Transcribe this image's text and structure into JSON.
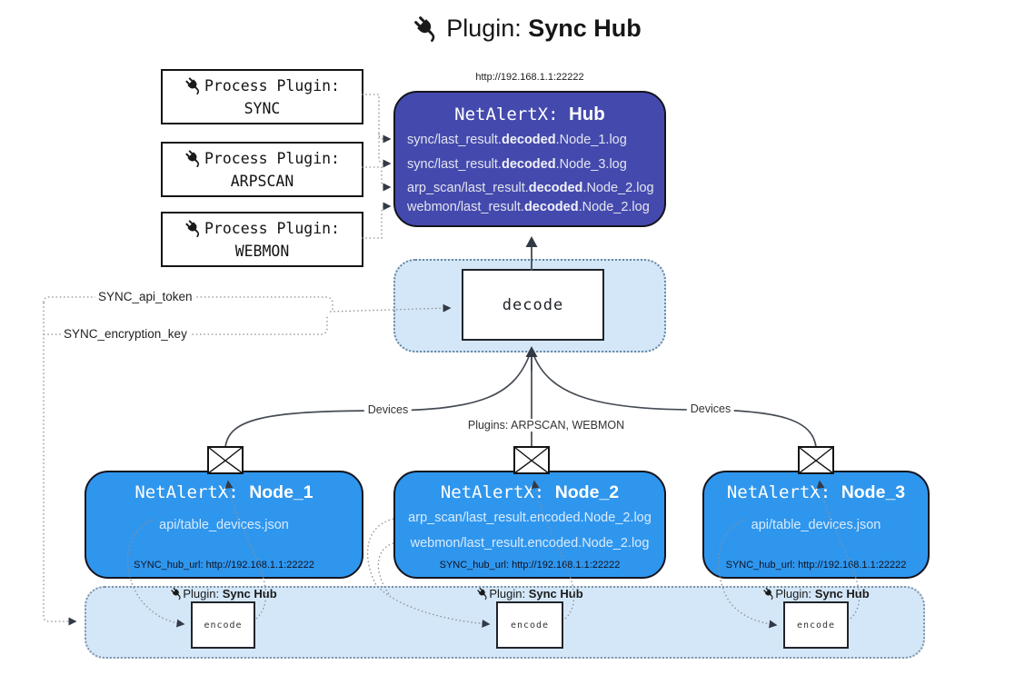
{
  "title": {
    "prefix": "Plugin:",
    "name": "Sync Hub"
  },
  "colors": {
    "hub_fill": "#444aad",
    "node_fill": "#2f96ee",
    "panel_fill": "#d4e7f8"
  },
  "process_plugins": [
    {
      "label": "Process Plugin:",
      "name": "SYNC"
    },
    {
      "label": "Process Plugin:",
      "name": "ARPSCAN"
    },
    {
      "label": "Process Plugin:",
      "name": "WEBMON"
    }
  ],
  "hub": {
    "url": "http://192.168.1.1:22222",
    "title_prefix": "NetAlertX:",
    "title_name": "Hub",
    "logs": [
      {
        "pre": "sync/last_result.",
        "bold": "decoded",
        "post": ".Node_1.log"
      },
      {
        "pre": "sync/last_result.",
        "bold": "decoded",
        "post": ".Node_3.log"
      },
      {
        "pre": "arp_scan/last_result.",
        "bold": "decoded",
        "post": ".Node_2.log"
      },
      {
        "pre": "webmon/last_result.",
        "bold": "decoded",
        "post": ".Node_2.log"
      }
    ]
  },
  "decode_box": {
    "label": "decode"
  },
  "settings": {
    "api_token_label": "SYNC_api_token",
    "encryption_key_label": "SYNC_encryption_key"
  },
  "edge_labels": {
    "left": "Devices",
    "center": "Plugins: ARPSCAN, WEBMON",
    "right": "Devices"
  },
  "nodes": [
    {
      "title_prefix": "NetAlertX:",
      "title_name": "Node_1",
      "files": [
        "api/table_devices.json"
      ],
      "hub_url": "SYNC_hub_url: http://192.168.1.1:22222"
    },
    {
      "title_prefix": "NetAlertX:",
      "title_name": "Node_2",
      "files": [
        "arp_scan/last_result.encoded.Node_2.log",
        "webmon/last_result.encoded.Node_2.log"
      ],
      "hub_url": "SYNC_hub_url: http://192.168.1.1:22222"
    },
    {
      "title_prefix": "NetAlertX:",
      "title_name": "Node_3",
      "files": [
        "api/table_devices.json"
      ],
      "hub_url": "SYNC_hub_url: http://192.168.1.1:22222"
    }
  ],
  "encoders": [
    {
      "label_prefix": "Plugin:",
      "label_name": "Sync Hub",
      "box_label": "encode"
    },
    {
      "label_prefix": "Plugin:",
      "label_name": "Sync Hub",
      "box_label": "encode"
    },
    {
      "label_prefix": "Plugin:",
      "label_name": "Sync Hub",
      "box_label": "encode"
    }
  ]
}
